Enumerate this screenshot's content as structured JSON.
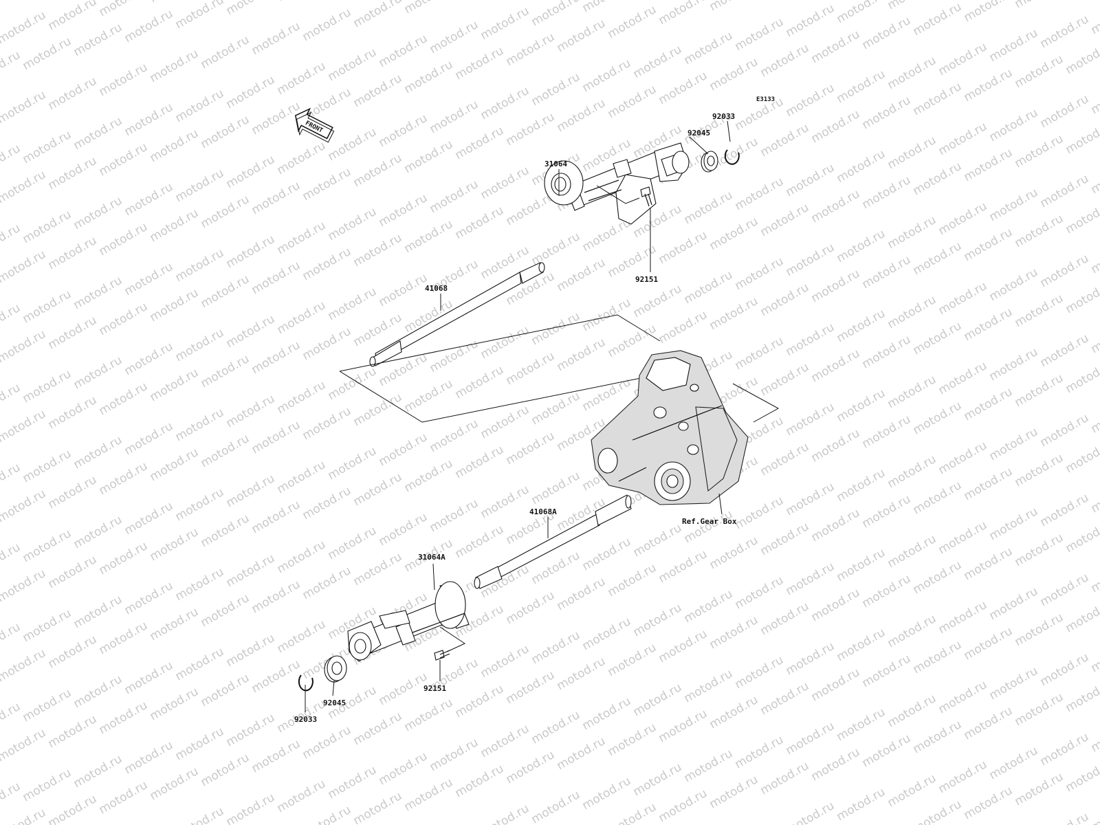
{
  "diagram_code": "E3133",
  "front_arrow_label": "FRONT",
  "watermark": "motod.ru",
  "reference": "Ref.Gear Box",
  "parts": {
    "p31064": "31064",
    "p31064a": "31064A",
    "p41068": "41068",
    "p41068a": "41068A",
    "p92045_top": "92045",
    "p92033_top": "92033",
    "p92151_top": "92151",
    "p92045_bottom": "92045",
    "p92033_bottom": "92033",
    "p92151_bottom": "92151"
  }
}
